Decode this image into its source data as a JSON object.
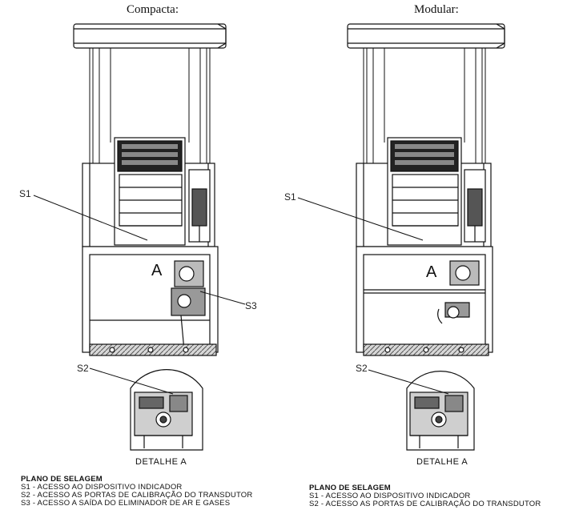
{
  "diagrams": [
    {
      "title": "Compacta:",
      "callouts": {
        "s1": "S1",
        "s2": "S2",
        "s3": "S3",
        "detail_marker": "A"
      },
      "detail_label": "DETALHE A",
      "legend": {
        "heading": "PLANO DE SELAGEM",
        "items": [
          "S1 - ACESSO AO DISPOSITIVO INDICADOR",
          "S2 - ACESSO AS PORTAS DE CALIBRAÇÃO DO TRANSDUTOR",
          "S3 - ACESSO A SAÍDA DO ELIMINADOR DE AR E GASES"
        ]
      }
    },
    {
      "title": "Modular:",
      "callouts": {
        "s1": "S1",
        "s2": "S2",
        "detail_marker": "A"
      },
      "detail_label": "DETALHE A",
      "legend": {
        "heading": "PLANO DE SELAGEM",
        "items": [
          "S1 - ACESSO AO DISPOSITIVO INDICADOR",
          "S2 - ACESSO AS PORTAS DE CALIBRAÇÃO DO TRANSDUTOR"
        ]
      }
    }
  ]
}
